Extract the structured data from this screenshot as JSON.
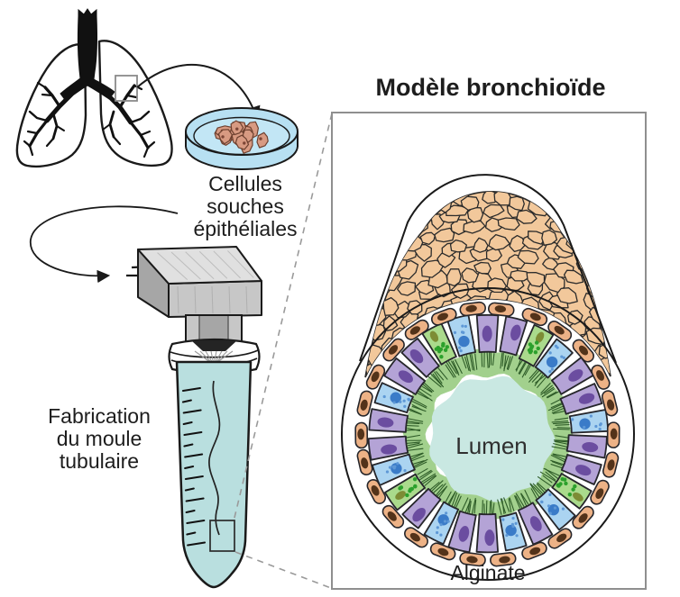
{
  "title": "Modèle bronchioïde",
  "labels": {
    "stem_cells_line1": "Cellules",
    "stem_cells_line2": "souches",
    "stem_cells_line3": "épithéliales",
    "mold_line1": "Fabrication",
    "mold_line2": "du moule",
    "mold_line3": "tubulaire",
    "lumen": "Lumen",
    "alginate": "Alginate"
  },
  "colors": {
    "outline": "#1a1a1a",
    "text": "#1d1d1d",
    "box_border": "#8f8f8f",
    "dashed_connector": "#9a9a9a",
    "region_box": "#8a8a8a",
    "petri_dish_fill": "#b7e0f2",
    "petri_floor_fill": "#c2e6f5",
    "dish_cell_fill": "#d89a82",
    "dish_cell_stroke": "#6e4130",
    "dish_cell_dot": "#7c4536",
    "tube_liquid": "#b9dfdf",
    "device_top": "#e0e0e0",
    "device_front": "#c7c7c7",
    "device_side": "#a6a6a6",
    "device_streak": "#8e8e8e",
    "funnel_dark": "#242424",
    "tan_cell_fill": "#f2c89b",
    "tan_cell_stroke": "#2b2b2b",
    "basal_cell_fill": "#edb286",
    "basal_nucleus": "#53331a",
    "columnar_fill": "#b4a3d6",
    "columnar_nucleus": "#6b4da0",
    "goblet_fill": "#abd4f1",
    "goblet_nucleus": "#3a7bc8",
    "goblet_dots": "#5e98d6",
    "secretory_fill": "#aada8c",
    "secretory_dots": "#2ca02c",
    "secretory_nucleus": "#7d8c35",
    "mucus_ring": "#a2d08d",
    "cilia": "#2e5c28",
    "lumen_fill": "#c9e8e2",
    "cell_stroke": "#26262b"
  },
  "ring": {
    "cell_sequence": [
      "purple",
      "purple",
      "green",
      "blue",
      "purple",
      "purple",
      "blue",
      "purple",
      "purple",
      "green",
      "blue",
      "purple",
      "blue",
      "purple",
      "purple",
      "blue",
      "purple",
      "green",
      "blue",
      "purple",
      "purple",
      "blue",
      "purple",
      "purple",
      "green",
      "blue"
    ],
    "basal_cell_count": 26,
    "cilia_tufts": 26
  },
  "tube": {
    "long_tick_count": 8,
    "short_tick_count": 7
  },
  "dish": {
    "cell_count": 16
  }
}
